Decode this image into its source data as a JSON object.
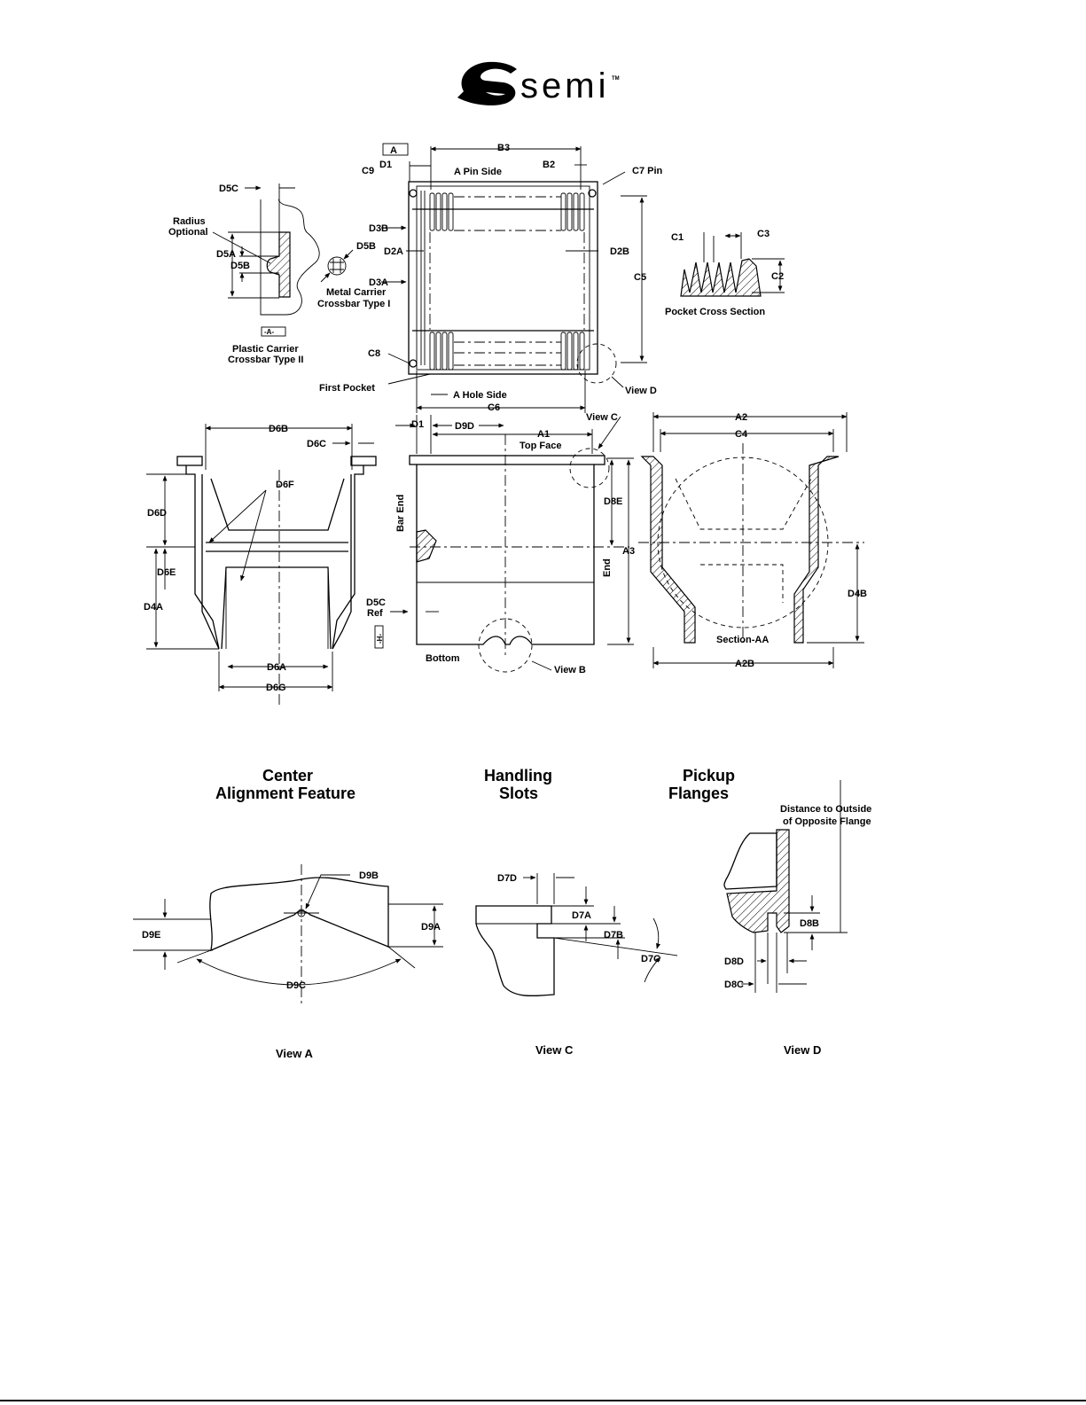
{
  "header": {
    "brand": "semi",
    "trademark": "TM"
  },
  "top_figure": {
    "labels": {
      "A": "A",
      "D1": "D1",
      "C9": "C9",
      "B3": "B3",
      "A_pin_side": "A Pin Side",
      "B2": "B2",
      "C7_pin": "C7 Pin",
      "D5C": "D5C",
      "radius_optional": "Radius Optional",
      "D5A": "D5A",
      "D5B": "D5B",
      "D5B_metal": "D5B",
      "metal_carrier": "Metal Carrier Crossbar Type I",
      "plastic_carrier": "Plastic Carrier Crossbar Type II",
      "datum_A": "-A-",
      "D3B": "D3B",
      "D2A": "D2A",
      "D3A": "D3A",
      "D2B": "D2B",
      "C5": "C5",
      "C1": "C1",
      "C3": "C3",
      "C2": "C2",
      "pocket_cross_section": "Pocket Cross Section",
      "C8": "C8",
      "first_pocket": "First Pocket",
      "A_hole_side": "A Hole Side",
      "view_D": "View D",
      "C6": "C6"
    }
  },
  "mid_figure": {
    "labels": {
      "D6B": "D6B",
      "D6C": "D6C",
      "D6F": "D6F",
      "D6D": "D6D",
      "D6E": "D6E",
      "D4A": "D4A",
      "D6A": "D6A",
      "D6G": "D6G",
      "D1": "D1",
      "D9D": "D9D",
      "A1": "A1",
      "top_face": "Top Face",
      "view_C": "View C",
      "D8E": "D8E",
      "A3": "A3",
      "bar_end": "Bar End",
      "end": "End",
      "D5C_ref": "D5C Ref",
      "datum_H": "-H-",
      "bottom": "Bottom",
      "view_B": "View B",
      "A2": "A2",
      "C4": "C4",
      "D4B": "D4B",
      "section_AA": "Section-AA",
      "A2B": "A2B"
    }
  },
  "details": {
    "view_a": {
      "title_line1": "Center",
      "title_line2": "Alignment Feature",
      "D9B": "D9B",
      "D9A": "D9A",
      "D9E": "D9E",
      "D9C": "D9C",
      "caption": "View A"
    },
    "view_c": {
      "title_line1": "Handling",
      "title_line2": "Slots",
      "D7D": "D7D",
      "D7A": "D7A",
      "D7B": "D7B",
      "D7C": "D7C",
      "caption": "View C"
    },
    "view_d": {
      "title_line1": "Pickup",
      "title_line2": "Flanges",
      "note_line1": "Distance to Outside",
      "note_line2": "of Opposite Flange",
      "D8B": "D8B",
      "D8D": "D8D",
      "D8C": "D8C",
      "caption": "View D"
    }
  }
}
